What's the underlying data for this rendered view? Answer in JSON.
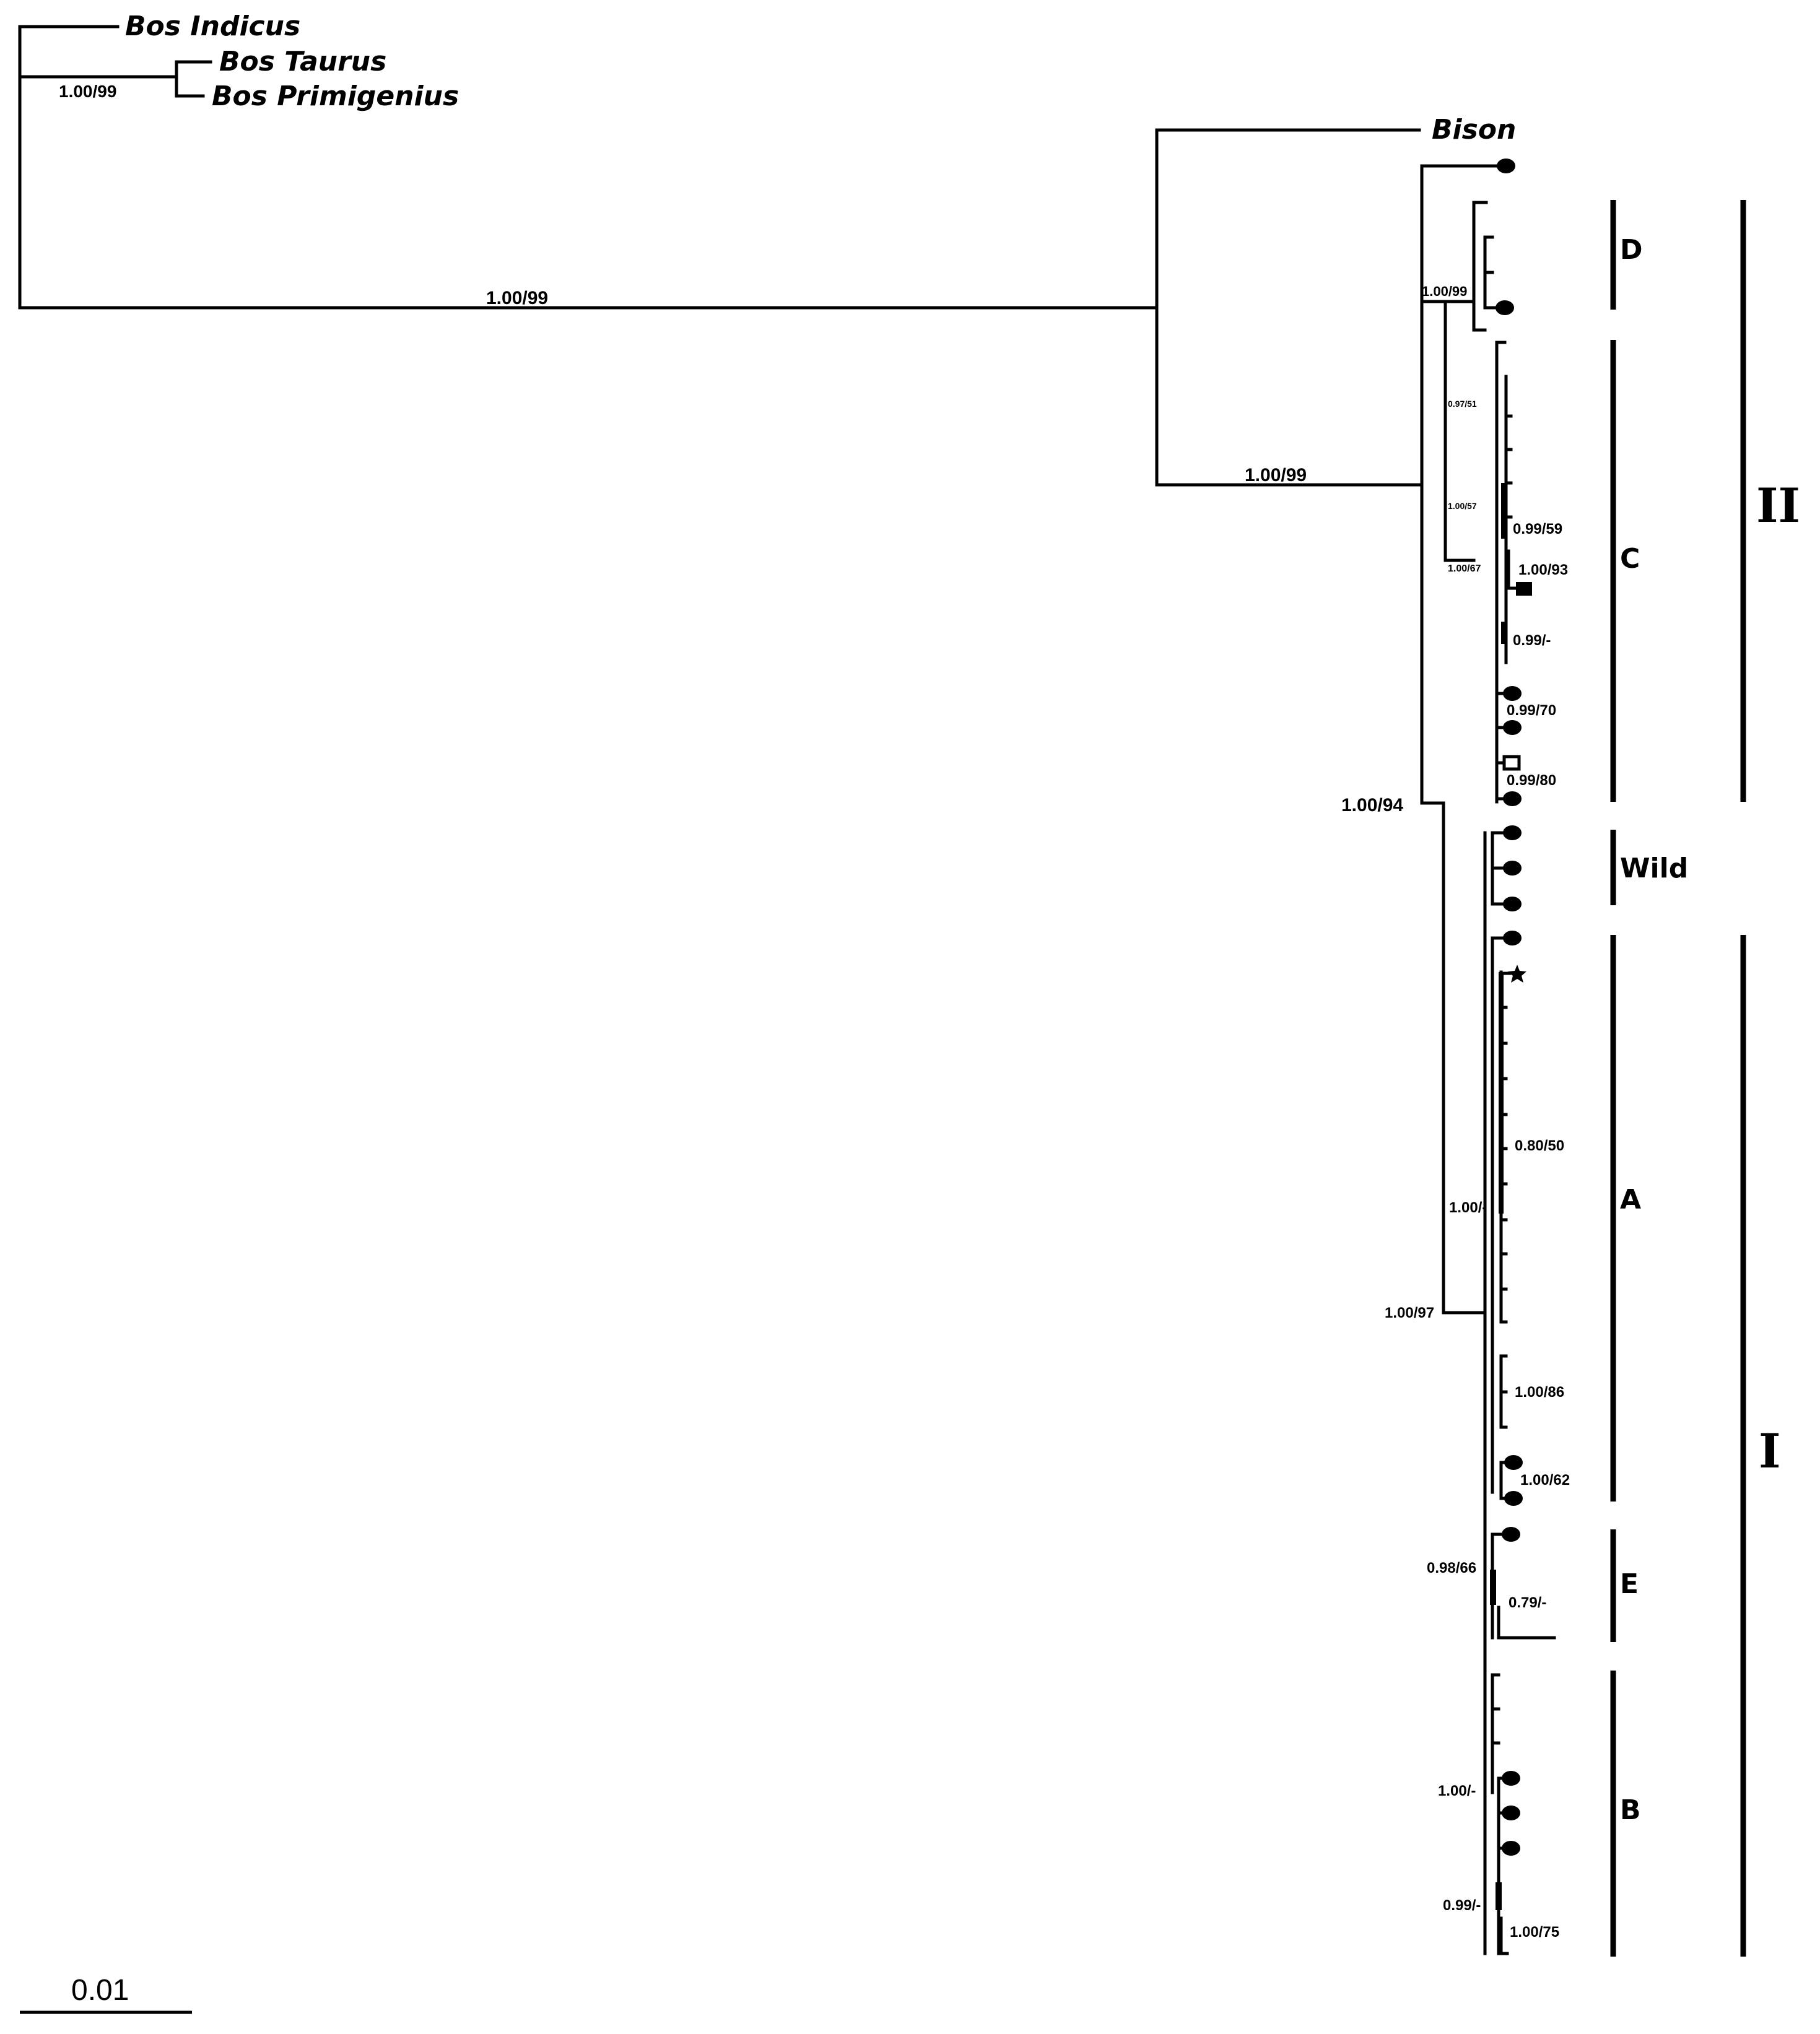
{
  "taxa": {
    "bos_indicus": "Bos Indicus",
    "bos_taurus": "Bos Taurus",
    "bos_primigenius": "Bos Primigenius",
    "bison": "Bison"
  },
  "supports": {
    "taurus_primigenius": "1.00/99",
    "bos_bison_root": "1.00/99",
    "bison_node": "1.00/99",
    "ingroup": "1.00/94",
    "d_node": "1.00/99",
    "c_inner_a": "0.97/51",
    "c_inner_b": "1.00/57",
    "c_inner_c": "1.00/67",
    "c_059": "0.99/59",
    "c_093": "1.00/93",
    "c_099": "0.99/-",
    "c_070": "0.99/70",
    "c_080": "0.99/80",
    "group1": "1.00/97",
    "a_node": "1.00/-",
    "a_050": "0.80/50",
    "a_086": "1.00/86",
    "a_062": "1.00/62",
    "e_066": "0.98/66",
    "e_079": "0.79/-",
    "b_node": "1.00/-",
    "b_099": "0.99/-",
    "b_075": "1.00/75"
  },
  "clades": {
    "d": "D",
    "c": "C",
    "wild": "Wild",
    "a": "A",
    "e": "E",
    "b": "B"
  },
  "groups": {
    "ii": "II",
    "i": "I"
  },
  "scale_bar": "0.01"
}
